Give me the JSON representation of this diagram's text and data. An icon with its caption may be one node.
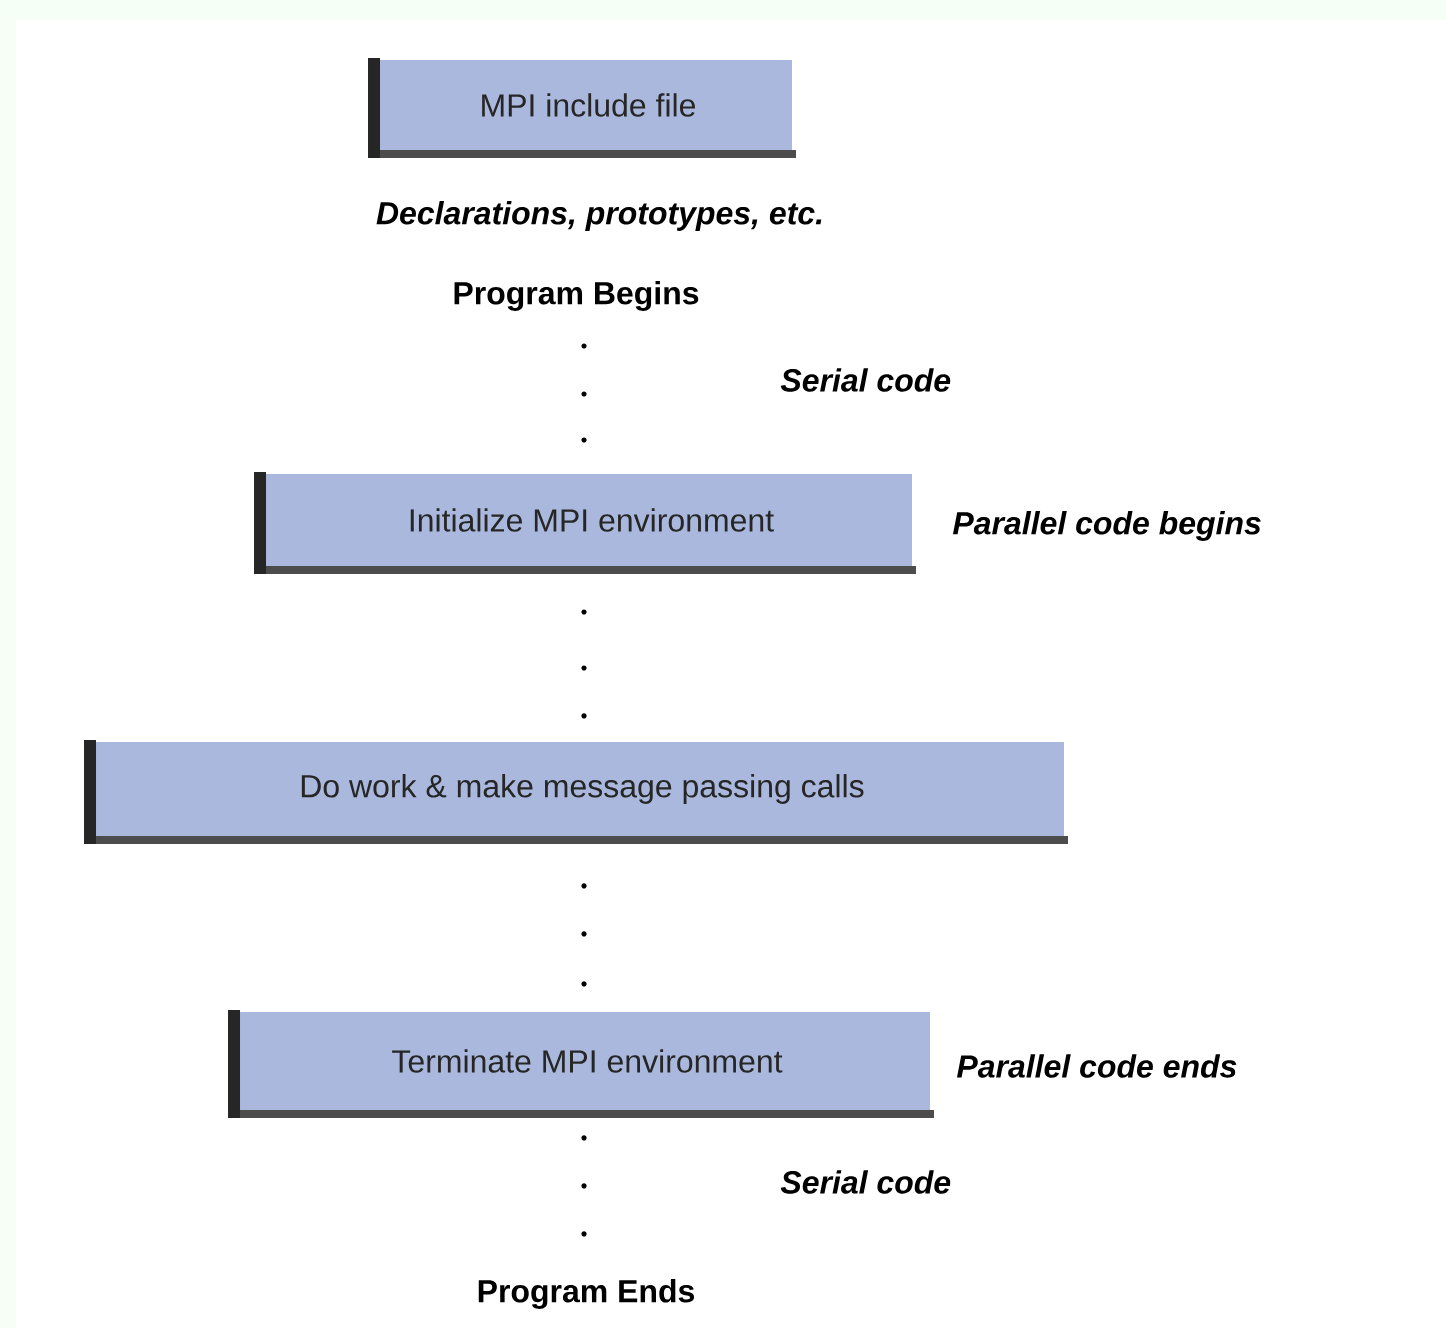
{
  "diagram": {
    "nodes": [
      {
        "text": [
          "MPI include file"
        ]
      },
      {
        "text": [
          "Initialize MPI environment"
        ]
      },
      {
        "text": [
          "Do work & make message passing calls"
        ]
      },
      {
        "text": [
          "Terminate MPI environment"
        ]
      }
    ],
    "labels": [
      "Declarations, prototypes, etc.",
      "Program Begins",
      "Serial code",
      "Parallel code begins",
      "Parallel code ends",
      "Serial code",
      "Program Ends"
    ]
  }
}
